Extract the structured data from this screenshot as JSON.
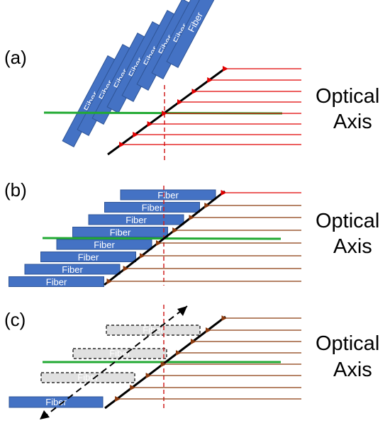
{
  "colors": {
    "fiber_fill": "#4472c4",
    "fiber_stroke": "#2f5597",
    "ghost_fill": "#e0e0e0",
    "red_ray": "#e00000",
    "brown_ray": "#8b3a0e",
    "green_line": "#22aa33",
    "dashed_axis": "#d02020",
    "black": "#000000"
  },
  "panels": [
    {
      "id": "a",
      "label": "(a)",
      "axis_label_line1": "Optical",
      "axis_label_line2": "Axis",
      "fiber_label": "Fiber",
      "fiber_count": 8
    },
    {
      "id": "b",
      "label": "(b)",
      "axis_label_line1": "Optical",
      "axis_label_line2": "Axis",
      "fiber_label": "Fiber",
      "fiber_count": 8
    },
    {
      "id": "c",
      "label": "(c)",
      "axis_label_line1": "Optical",
      "axis_label_line2": "Axis",
      "fiber_label": "Fiber",
      "ghost_count": 3
    }
  ]
}
